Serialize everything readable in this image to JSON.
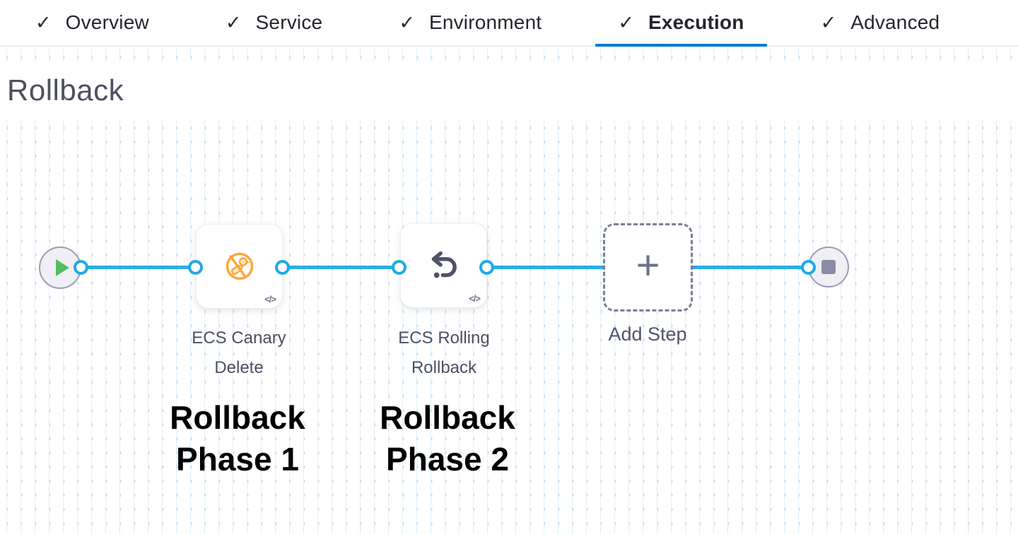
{
  "tab_bar": {
    "check_icon": "✓",
    "tabs": [
      {
        "label": "Overview"
      },
      {
        "label": "Service"
      },
      {
        "label": "Environment"
      },
      {
        "label": "Execution"
      },
      {
        "label": "Advanced"
      }
    ],
    "active_tab": "Execution"
  },
  "canvas": {
    "heading": "Rollback",
    "start_node": {
      "icon": "play-icon"
    },
    "end_node": {
      "icon": "stop-icon"
    },
    "steps": [
      {
        "name": "ECS Canary Delete",
        "label": "ECS Canary\nDelete",
        "icon": "canary-delete-icon",
        "code_badge": "</>",
        "annotation": "Rollback\nPhase 1"
      },
      {
        "name": "ECS Rolling Rollback",
        "label": "ECS Rolling\nRollback",
        "icon": "rolling-rollback-icon",
        "code_badge": "</>",
        "annotation": "Rollback\nPhase 2"
      }
    ],
    "add_step": {
      "label": "Add Step",
      "plus_icon": "+"
    }
  },
  "colors": {
    "active_tab_underline": "#0278D5",
    "tab_text": "#24272E",
    "edge_blue": "#29AFE8",
    "connector_ring_blue": "#1FA9E8",
    "canary_orange": "#FFA73D",
    "canary_fill": "#FCEAC0",
    "play_green": "#53BE60",
    "rollback_icon_slate": "#4F5166",
    "node_circle_fill": "#EFEFF5",
    "node_circle_border": "#9B9DB4",
    "stop_square": "#8B8CA3",
    "heading_text": "#4D4F63",
    "step_label_text": "#4D4F63",
    "annotation_text": "#000000",
    "add_step_dash": "#7B7D94"
  }
}
